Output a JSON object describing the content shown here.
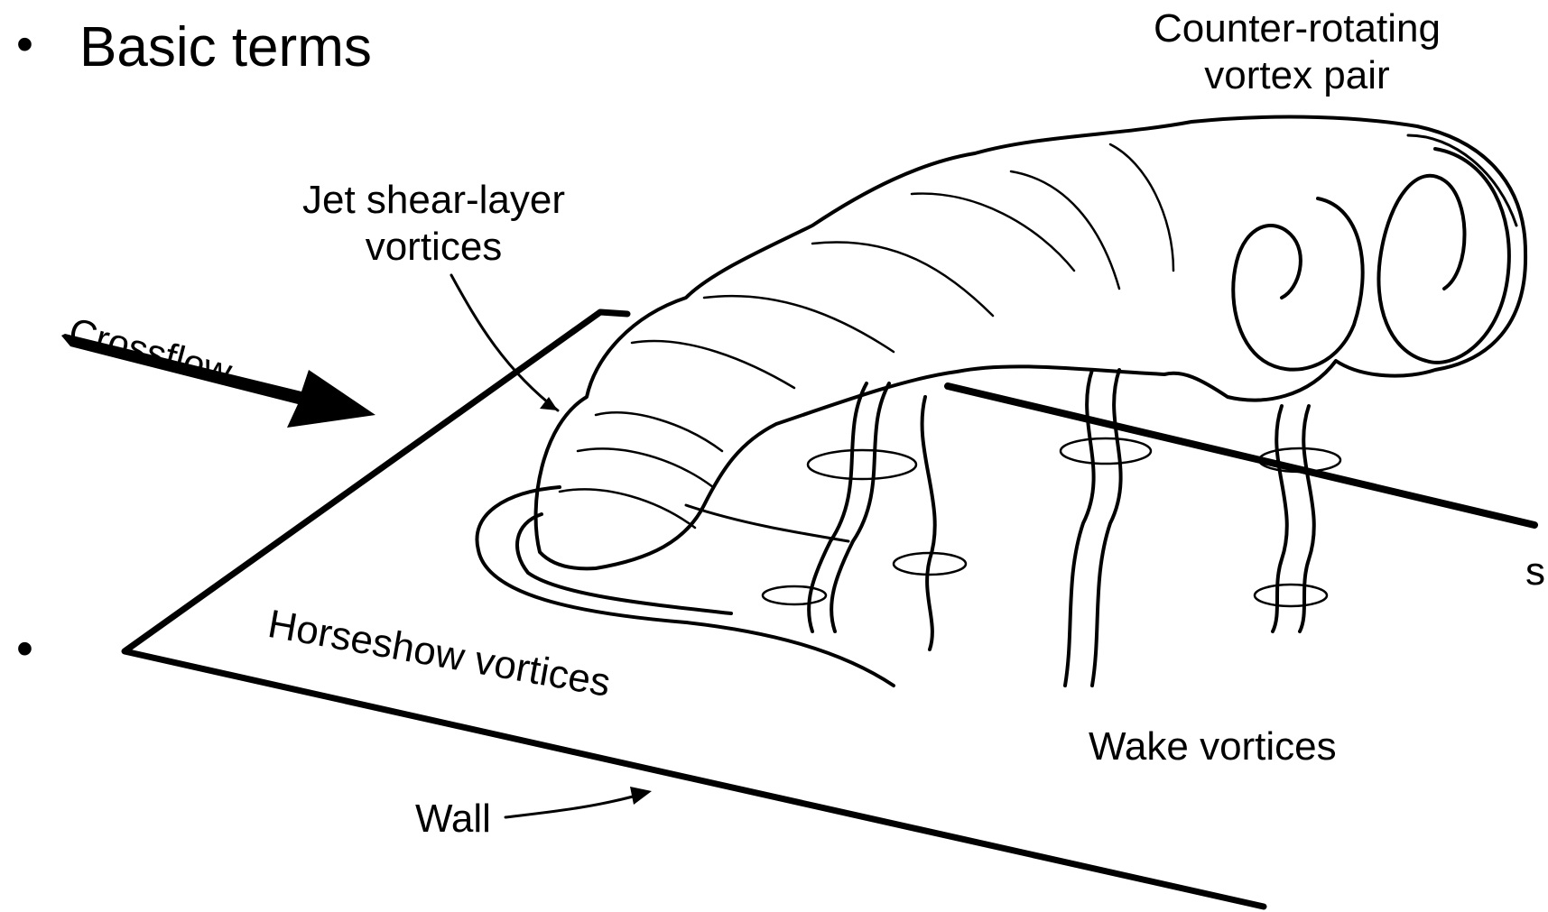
{
  "slide": {
    "bullets": [
      {
        "symbol": "•",
        "text": "Basic terms"
      },
      {
        "symbol": "•",
        "text": ""
      }
    ]
  },
  "diagram": {
    "labels": {
      "counter_rotating": [
        "Counter-rotating",
        "vortex pair"
      ],
      "jet_shear": [
        "Jet shear-layer",
        "vortices"
      ],
      "crossflow": "Crossflow",
      "horseshoe": "Horseshow vortices",
      "wake": "Wake vortices",
      "wall": "Wall",
      "edge_fragment": "s"
    }
  }
}
